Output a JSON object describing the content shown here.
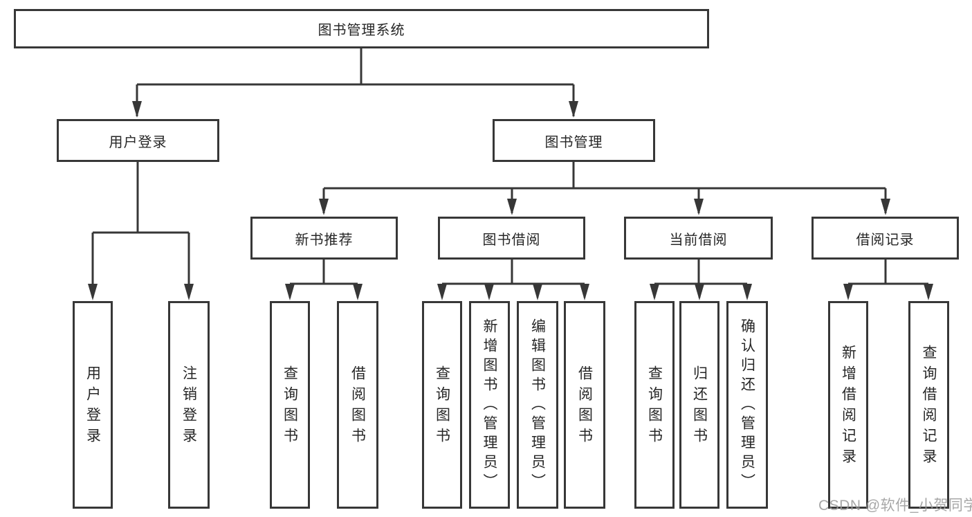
{
  "tree": {
    "root": "图书管理系统",
    "level2": [
      "用户登录",
      "图书管理"
    ],
    "level3": [
      "新书推荐",
      "图书借阅",
      "当前借阅",
      "借阅记录"
    ],
    "leaves": {
      "user_login": [
        "用户登录",
        "注销登录"
      ],
      "new_book_recommend": [
        "查询图书",
        "借阅图书"
      ],
      "book_borrow": [
        "查询图书",
        "新增图书（管理员）",
        "编辑图书（管理员）",
        "借阅图书"
      ],
      "current_borrow": [
        "查询图书",
        "归还图书",
        "确认归还（管理员）"
      ],
      "borrow_records": [
        "新增借阅记录",
        "查询借阅记录"
      ]
    }
  },
  "watermark": "CSDN @软件_小贺同学",
  "colors": {
    "line": "#373737",
    "text": "#262626",
    "watermark": "#9b9b9b",
    "background": "#ffffff"
  }
}
